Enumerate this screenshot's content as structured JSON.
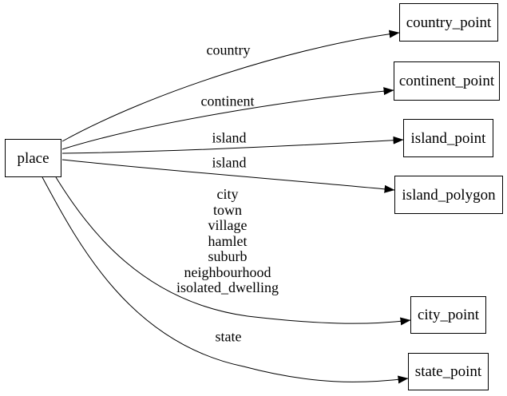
{
  "diagram": {
    "kind": "directed-graph",
    "background_color": "#ffffff",
    "line_color": "#000000",
    "text_color": "#000000",
    "nodes": {
      "place": {
        "label": "place"
      },
      "country_point": {
        "label": "country_point"
      },
      "continent_point": {
        "label": "continent_point"
      },
      "island_point": {
        "label": "island_point"
      },
      "island_polygon": {
        "label": "island_polygon"
      },
      "city_point": {
        "label": "city_point"
      },
      "state_point": {
        "label": "state_point"
      }
    },
    "edges": {
      "place_to_country_point": {
        "from": "place",
        "to": "country_point",
        "label": "country"
      },
      "place_to_continent_point": {
        "from": "place",
        "to": "continent_point",
        "label": "continent"
      },
      "place_to_island_point": {
        "from": "place",
        "to": "island_point",
        "label": "island"
      },
      "place_to_island_polygon": {
        "from": "place",
        "to": "island_polygon",
        "label": "island"
      },
      "place_to_city_point": {
        "from": "place",
        "to": "city_point",
        "label": "city\ntown\nvillage\nhamlet\nsuburb\nneighbourhood\nisolated_dwelling"
      },
      "place_to_state_point": {
        "from": "place",
        "to": "state_point",
        "label": "state"
      }
    }
  }
}
